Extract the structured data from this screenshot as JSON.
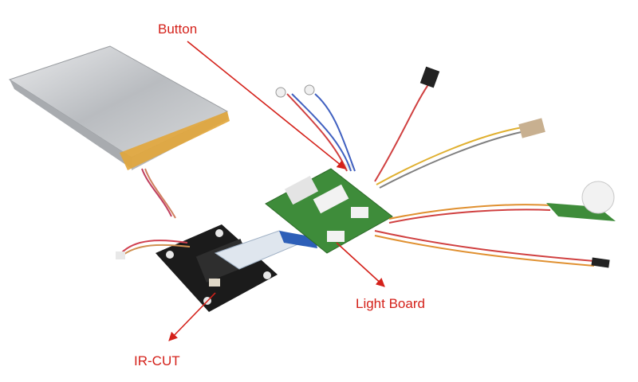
{
  "labels": {
    "button": "Button",
    "light_board": "Light Board",
    "ir_cut": "IR-CUT"
  },
  "colors": {
    "annotation": "#d4211a",
    "battery_silver": "#c9cbcd",
    "battery_tape": "#e2a63a",
    "pcb_green": "#3e8c3a",
    "pcb_black": "#1b1b1b",
    "ribbon": "#dfe6ee"
  },
  "icons": {
    "battery": "lipo-battery-pack",
    "camera_board": "camera-sensor-board",
    "main_board": "main-controller-board",
    "pir_sensor": "pir-motion-sensor",
    "ir_emitter": "ir-led-emitter"
  }
}
